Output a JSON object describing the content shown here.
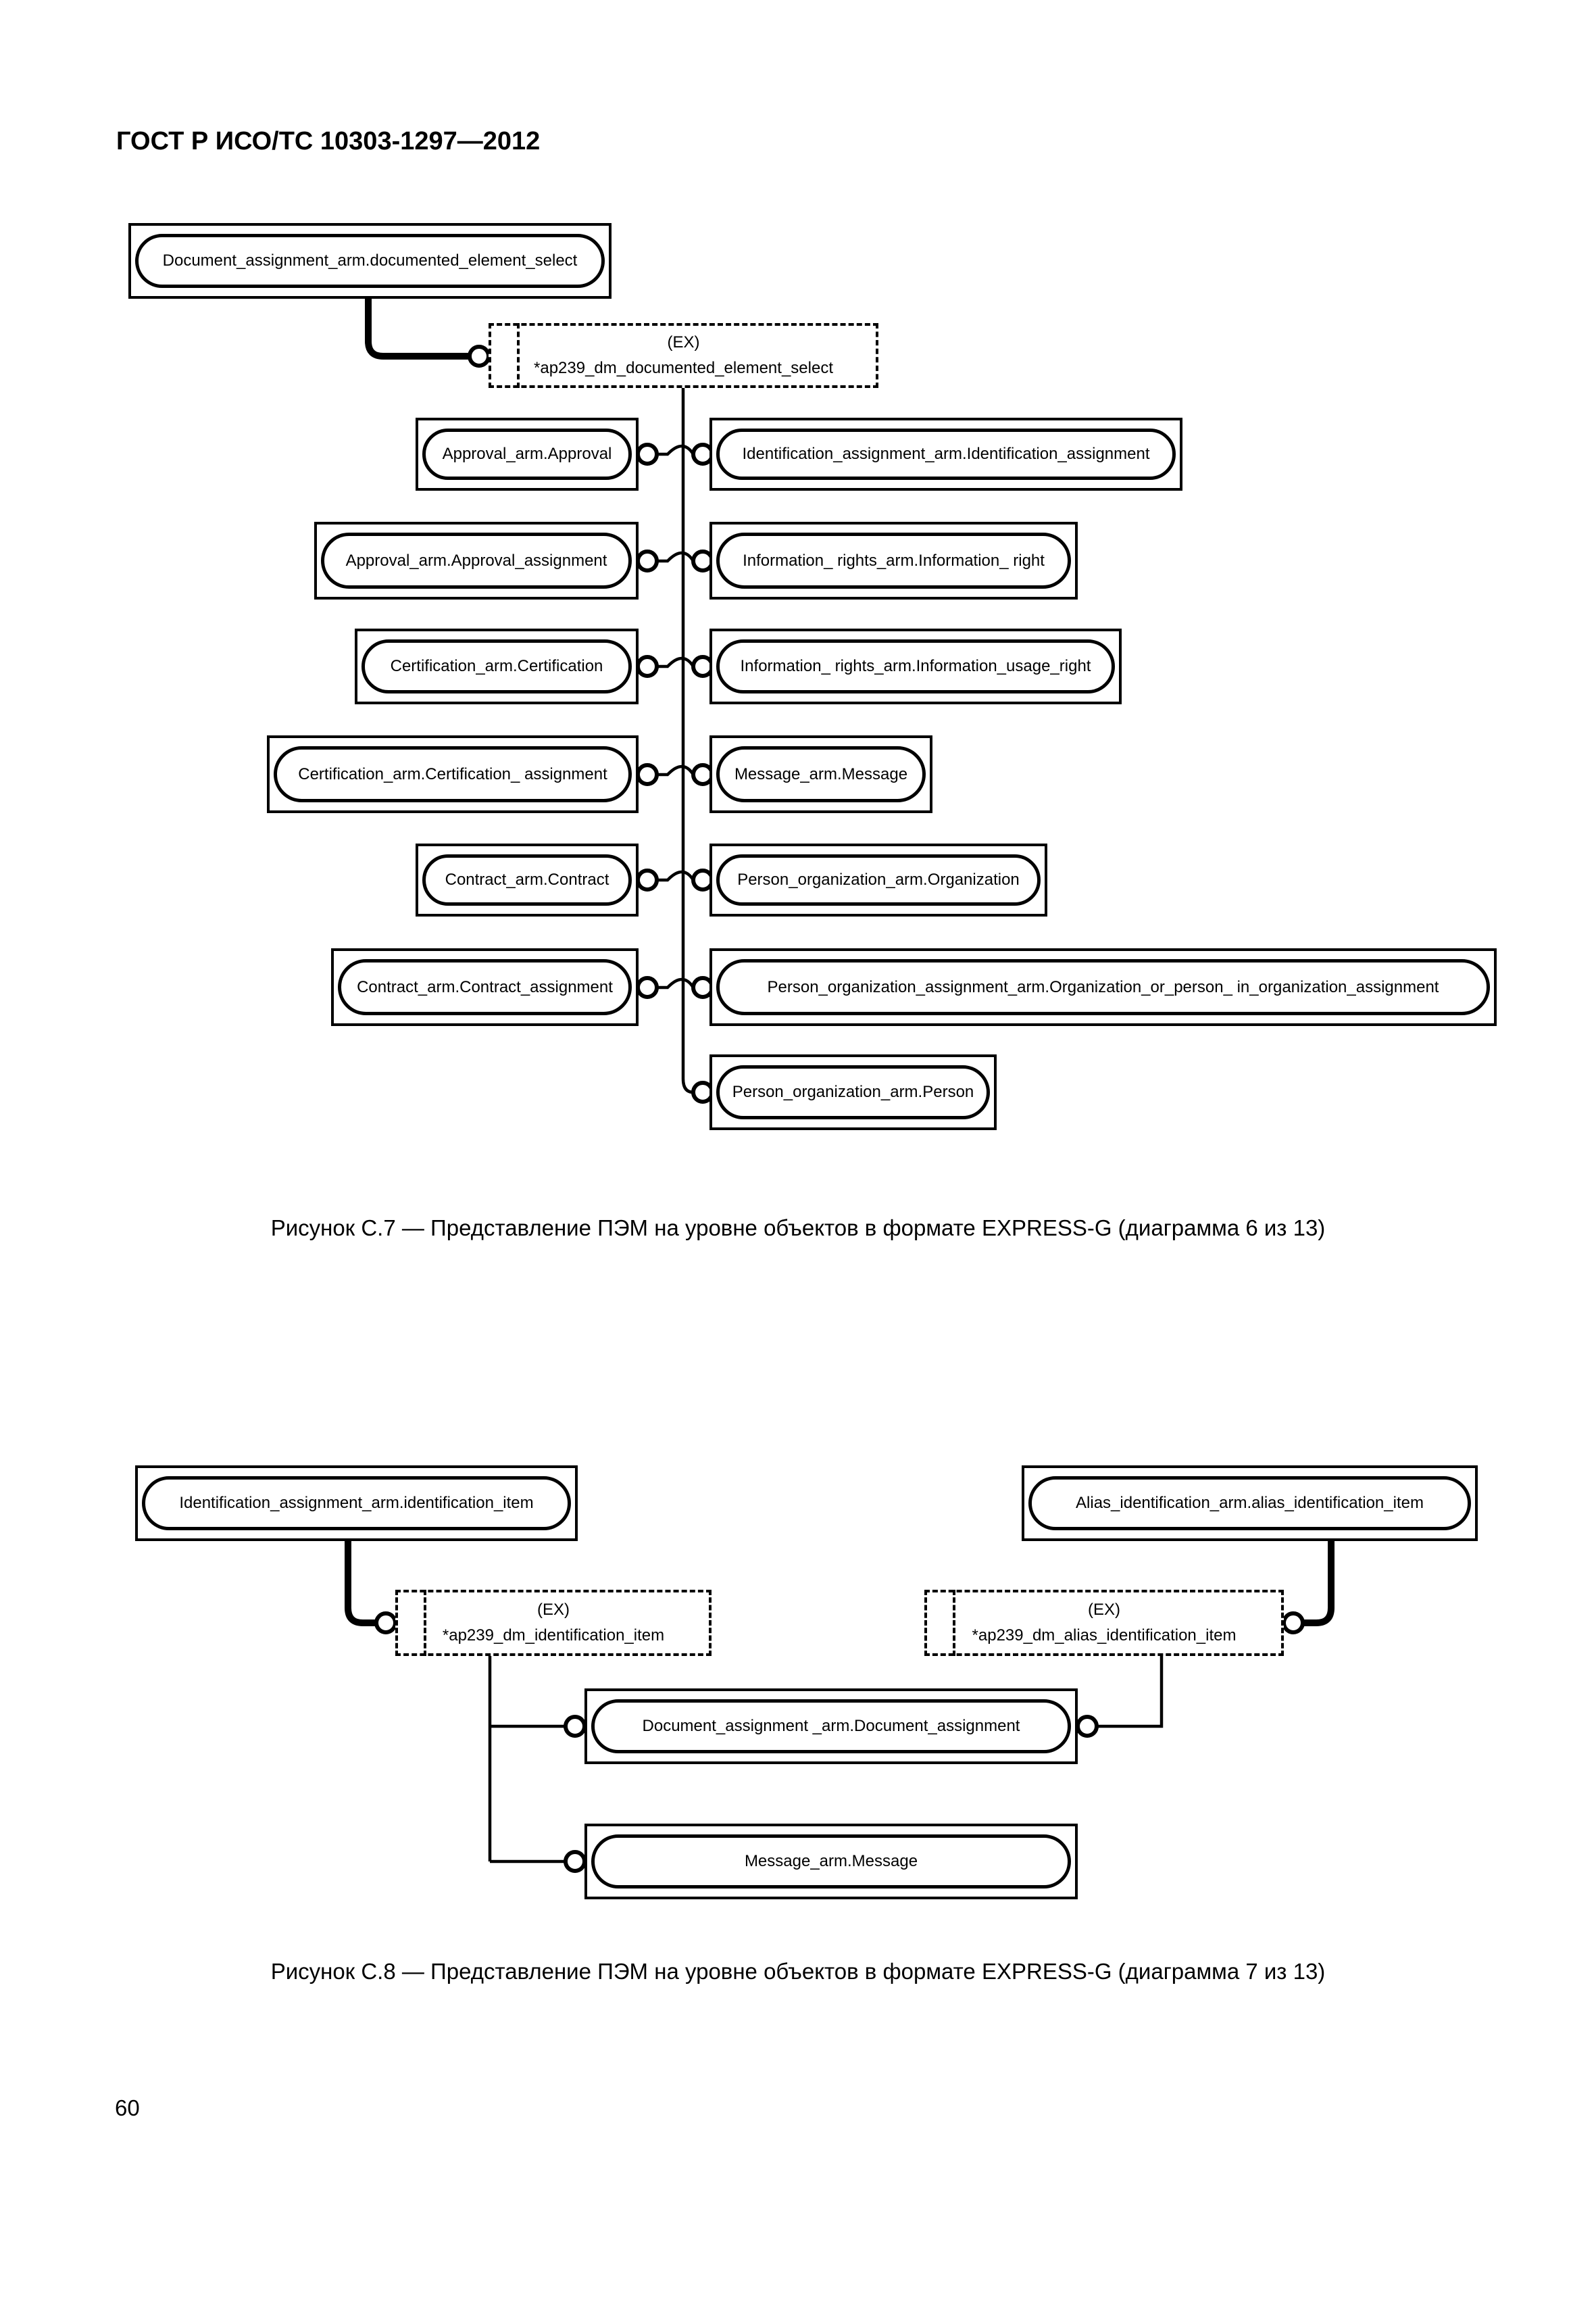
{
  "page": {
    "header": "ГОСТ Р ИСО/ТС 10303-1297—2012",
    "number": "60"
  },
  "d1": {
    "root": "Document_assignment_arm.documented_element_select",
    "ex": {
      "tag": "(EX)",
      "name": "*ap239_dm_documented_element_select"
    },
    "left": [
      "Approval_arm.Approval",
      "Approval_arm.Approval_assignment",
      "Certification_arm.Certification",
      "Certification_arm.Certification_ assignment",
      "Contract_arm.Contract",
      "Contract_arm.Contract_assignment"
    ],
    "right": [
      "Identification_assignment_arm.Identification_assignment",
      "Information_ rights_arm.Information_ right",
      "Information_ rights_arm.Information_usage_right",
      "Message_arm.Message",
      "Person_organization_arm.Organization",
      "Person_organization_assignment_arm.Organization_or_person_ in_organization_assignment",
      "Person_organization_arm.Person"
    ],
    "caption": "Рисунок С.7 — Представление ПЭМ на уровне объектов в формате EXPRESS-G (диаграмма 6 из 13)"
  },
  "d2": {
    "rootL": "Identification_assignment_arm.identification_item",
    "rootR": "Alias_identification_arm.alias_identification_item",
    "exL": {
      "tag": "(EX)",
      "name": "*ap239_dm_identification_item"
    },
    "exR": {
      "tag": "(EX)",
      "name": "*ap239_dm_alias_identification_item"
    },
    "items": [
      "Document_assignment _arm.Document_assignment",
      "Message_arm.Message"
    ],
    "caption": "Рисунок С.8 — Представление ПЭМ на уровне объектов в формате EXPRESS-G (диаграмма 7 из 13)"
  }
}
